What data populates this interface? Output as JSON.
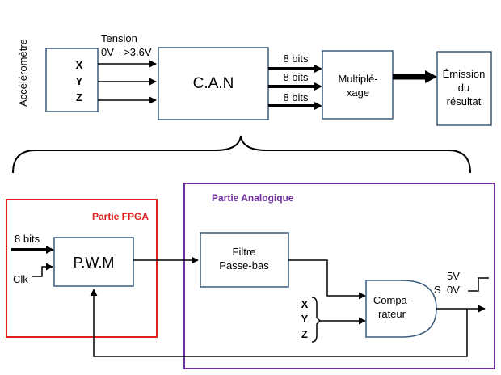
{
  "top": {
    "sensor_label": "Accéléromètre",
    "axes": [
      "X",
      "Y",
      "Z"
    ],
    "voltage_label_line1": "Tension",
    "voltage_label_line2": "0V -->3.6V",
    "adc_label": "C.A.N",
    "bits_labels": [
      "8 bits",
      "8 bits",
      "8 bits"
    ],
    "mux_label_line1": "Multiplé-",
    "mux_label_line2": "xage",
    "emit_label_line1": "Émission",
    "emit_label_line2": "du",
    "emit_label_line3": "résultat"
  },
  "bottom": {
    "fpga_title": "Partie FPGA",
    "analog_title": "Partie Analogique",
    "input_bits_label": "8 bits",
    "clk_label": "Clk",
    "pwm_label": "P.W.M",
    "filter_label_line1": "Filtre",
    "filter_label_line2": "Passe-bas",
    "axes": [
      "X",
      "Y",
      "Z"
    ],
    "comparator_label_line1": "Compa-",
    "comparator_label_line2": "rateur",
    "output_high_label": "5V",
    "output_s_label": "S",
    "output_low_label": "0V"
  },
  "colors": {
    "box_stroke": "#3a5a7c",
    "fpga_frame": "#e02020",
    "fpga_title": "#e02020",
    "analog_frame": "#7030a0",
    "analog_title": "#7030a0",
    "line": "#000000"
  }
}
